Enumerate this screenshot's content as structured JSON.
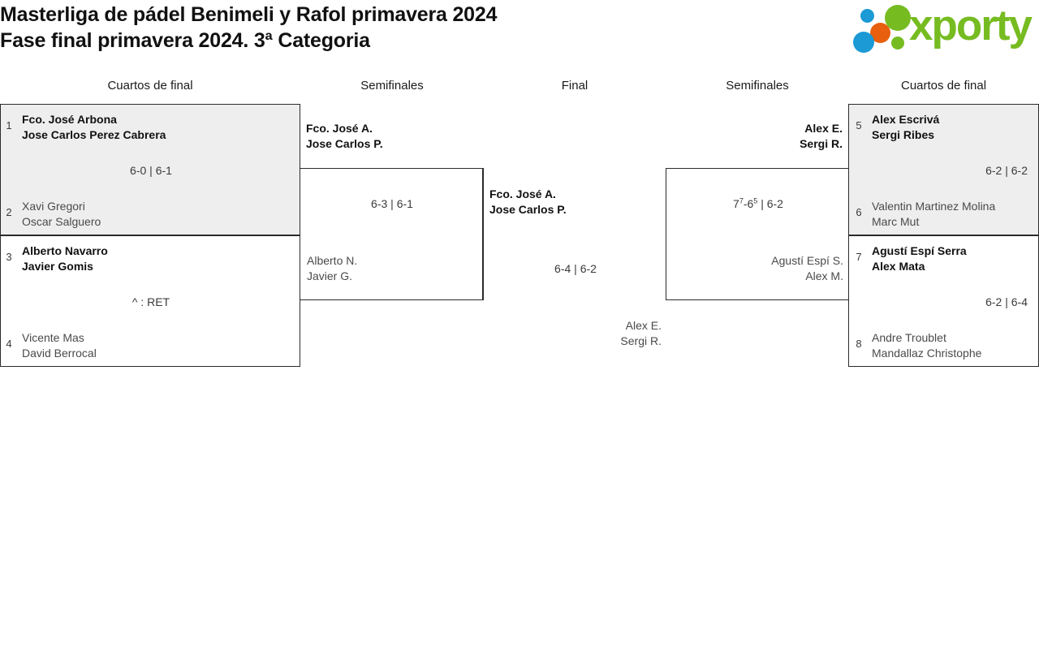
{
  "header": {
    "title_line1": "Masterliga de pádel Benimeli y Rafol primavera 2024",
    "title_line2": "Fase final primavera 2024. 3ª Categoria",
    "logo_text": "xporty",
    "logo_colors": {
      "blue": "#1b9ad6",
      "orange": "#e8600d",
      "green": "#76bc21"
    }
  },
  "rounds": [
    {
      "key": "qf_left",
      "label": "Cuartos de final"
    },
    {
      "key": "sf_left",
      "label": "Semifinales"
    },
    {
      "key": "final",
      "label": "Final"
    },
    {
      "key": "sf_right",
      "label": "Semifinales"
    },
    {
      "key": "qf_right",
      "label": "Cuartos de final"
    }
  ],
  "matches": {
    "qf1": {
      "score": "6-0 | 6-1",
      "top": {
        "seed": "1",
        "p1": "Fco. José Arbona",
        "p2": "Jose Carlos Perez Cabrera",
        "winner": true
      },
      "bottom": {
        "seed": "2",
        "p1": "Xavi Gregori",
        "p2": "Oscar Salguero",
        "winner": false
      }
    },
    "qf2": {
      "score": "^ : RET",
      "top": {
        "seed": "3",
        "p1": "Alberto Navarro",
        "p2": "Javier Gomis",
        "winner": true
      },
      "bottom": {
        "seed": "4",
        "p1": "Vicente Mas",
        "p2": "David Berrocal",
        "winner": false
      }
    },
    "qf3": {
      "score": "6-2 | 6-2",
      "top": {
        "seed": "5",
        "p1": "Alex Escrivá",
        "p2": "Sergi Ribes",
        "winner": true
      },
      "bottom": {
        "seed": "6",
        "p1": "Valentin Martinez Molina",
        "p2": "Marc Mut",
        "winner": false
      }
    },
    "qf4": {
      "score": "6-2 | 6-4",
      "top": {
        "seed": "7",
        "p1": "Agustí Espí Serra",
        "p2": "Alex Mata",
        "winner": true
      },
      "bottom": {
        "seed": "8",
        "p1": "Andre Troublet",
        "p2": "Mandallaz Christophe",
        "winner": false
      }
    },
    "sf1": {
      "score": "6-3 | 6-1",
      "top": {
        "p1": "Fco. José A.",
        "p2": "Jose Carlos P.",
        "winner": true
      },
      "bottom": {
        "p1": "Alberto N.",
        "p2": "Javier G.",
        "winner": false
      }
    },
    "sf2": {
      "score_main_a": "7",
      "score_sup_a": "7",
      "score_main_b": "-6",
      "score_sup_b": "5",
      "score_rest": " | 6-2",
      "score": "7⁷-6⁵ | 6-2",
      "top": {
        "p1": "Alex E.",
        "p2": "Sergi R.",
        "winner": true
      },
      "bottom": {
        "p1": "Agustí Espí S.",
        "p2": "Alex M.",
        "winner": false
      }
    },
    "final": {
      "score": "6-4 | 6-2",
      "top": {
        "p1": "Fco. José A.",
        "p2": "Jose Carlos P.",
        "winner": true
      },
      "bottom": {
        "p1": "Alex E.",
        "p2": "Sergi R.",
        "winner": false
      }
    }
  }
}
